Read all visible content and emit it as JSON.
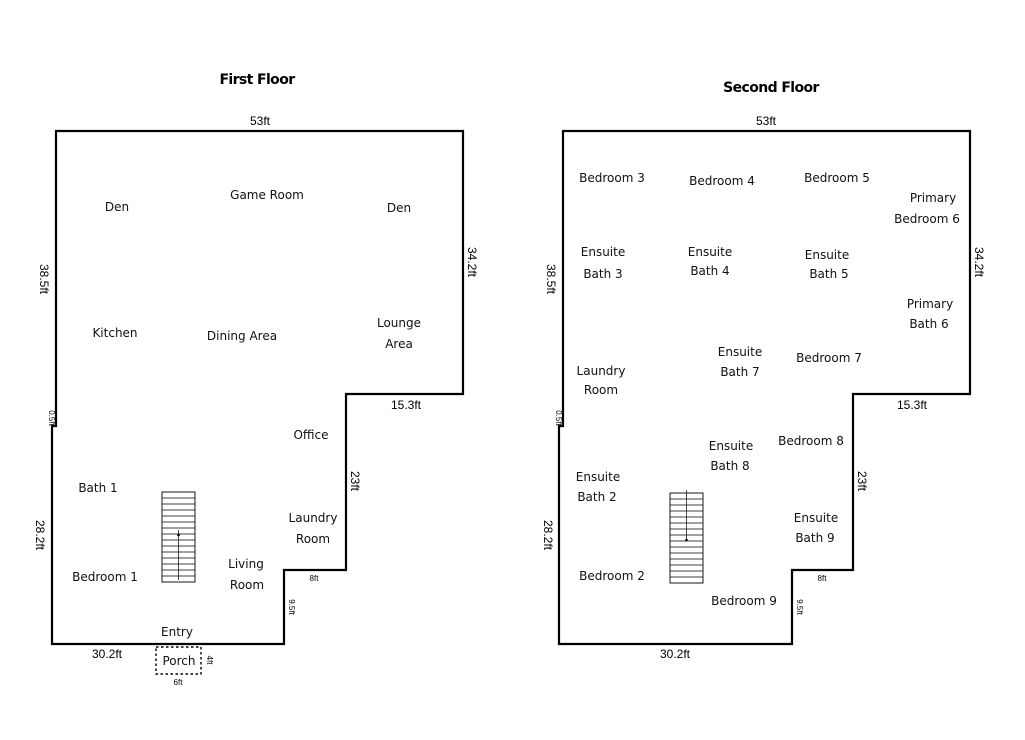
{
  "floors": [
    {
      "title": "First Floor",
      "rooms": {
        "den_left": "Den",
        "game_room": "Game Room",
        "den_right": "Den",
        "kitchen": "Kitchen",
        "dining_area": [
          "Dining Area"
        ],
        "lounge_area": [
          "Lounge",
          "Area"
        ],
        "office": "Office",
        "bath_1": "Bath 1",
        "laundry_room": [
          "Laundry",
          "Room"
        ],
        "bedroom_1": "Bedroom 1",
        "living_room": [
          "Living",
          "Room"
        ],
        "entry": "Entry",
        "porch": "Porch"
      },
      "dimensions": {
        "top": "53ft",
        "left_upper": "38.5ft",
        "right_upper": "34.2ft",
        "step_left": "0.5ft",
        "inner_step": "15.3ft",
        "right_lower": "23ft",
        "left_lower": "28.2ft",
        "bottom": "30.2ft",
        "notch_width": "8ft",
        "notch_height": "9.5ft",
        "porch_width": "6ft",
        "porch_depth": "4ft"
      }
    },
    {
      "title": "Second Floor",
      "rooms": {
        "bedroom_3": "Bedroom 3",
        "bedroom_4": "Bedroom 4",
        "bedroom_5": "Bedroom 5",
        "primary_bedroom_6": [
          "Primary",
          "Bedroom 6"
        ],
        "ensuite_bath_3": [
          "Ensuite",
          "Bath 3"
        ],
        "ensuite_bath_4": [
          "Ensuite",
          "Bath 4"
        ],
        "ensuite_bath_5": [
          "Ensuite",
          "Bath 5"
        ],
        "primary_bath_6": [
          "Primary",
          "Bath 6"
        ],
        "laundry_room": [
          "Laundry",
          "Room"
        ],
        "ensuite_bath_7": [
          "Ensuite",
          "Bath 7"
        ],
        "bedroom_7": "Bedroom 7",
        "bedroom_8": "Bedroom 8",
        "ensuite_bath_8": [
          "Ensuite",
          "Bath 8"
        ],
        "ensuite_bath_2": [
          "Ensuite",
          "Bath 2"
        ],
        "ensuite_bath_9": [
          "Ensuite",
          "Bath 9"
        ],
        "bedroom_2": "Bedroom 2",
        "bedroom_9": "Bedroom 9"
      },
      "dimensions": {
        "top": "53ft",
        "left_upper": "38.5ft",
        "right_upper": "34.2ft",
        "step_left": "0.5ft",
        "inner_step": "15.3ft",
        "right_lower": "23ft",
        "left_lower": "28.2ft",
        "bottom": "30.2ft",
        "notch_width": "8ft",
        "notch_height": "9.5ft"
      }
    }
  ]
}
